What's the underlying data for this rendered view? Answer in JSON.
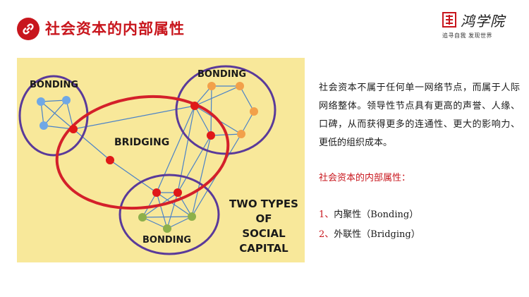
{
  "header": {
    "title": "社会资本的内部属性",
    "icon": "link-icon",
    "accent": "#c8161d"
  },
  "logo": {
    "name": "鸿学院",
    "slogan": "追寻自我  发现世界"
  },
  "figure": {
    "labels": {
      "bonding_left": "BONDING",
      "bonding_right": "BONDING",
      "bonding_bottom": "BONDING",
      "bridging": "BRIDGING",
      "caption_lines": [
        "TWO TYPES",
        "OF",
        "SOCIAL",
        "CAPITAL"
      ]
    },
    "colors": {
      "background": "#f8e89a",
      "cluster_ring": "#5a3a9a",
      "bridging_ring": "#d4202a",
      "node_blue": "#6fa8e6",
      "node_orange": "#f2a04a",
      "node_green": "#8db04a",
      "node_red": "#e01818",
      "edge": "#4a82c8"
    }
  },
  "content": {
    "paragraph": "社会资本不属于任何单一网络节点，而属于人际网络整体。领导性节点具有更高的声誉、人缘、口碑，从而获得更多的连通性、更大的影响力、更低的组织成本。",
    "subheading": "社会资本的内部属性：",
    "items": [
      {
        "num": "1、",
        "text": "内聚性（Bonding）"
      },
      {
        "num": "2、",
        "text": "外联性（Bridging）"
      }
    ]
  }
}
